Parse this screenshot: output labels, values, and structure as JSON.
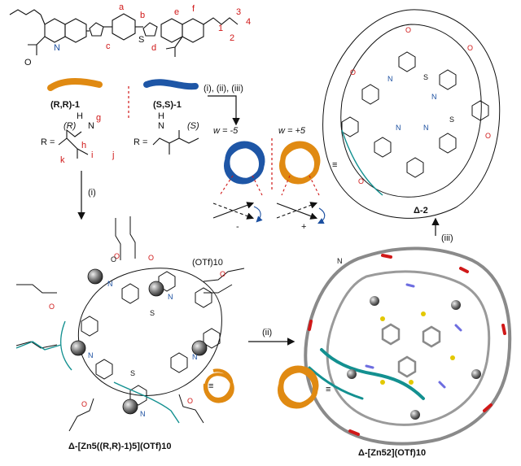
{
  "monomer": {
    "site_labels": [
      "a",
      "b",
      "c",
      "d",
      "e",
      "f",
      "1",
      "2",
      "3",
      "4"
    ],
    "substituent_labels": [
      "g",
      "h",
      "i",
      "j",
      "k"
    ],
    "name_RR": "(R,R)-1",
    "name_SS": "(S,S)-1",
    "r_equals": "R =",
    "stereo_R": "(R)",
    "stereo_S": "(S)",
    "atom_N": "N",
    "atom_H": "H",
    "atom_O": "O",
    "atom_S": "S"
  },
  "reagents": {
    "top_arrow": "(i), (ii), (iii)",
    "left_arrow": "(i)",
    "middle_arrow": "(ii)",
    "right_arrow": "(iii)"
  },
  "writhe": {
    "w_minus": "w = -5",
    "w_plus": "w = +5",
    "sign_minus": "-",
    "sign_plus": "+",
    "equiv": "≡"
  },
  "products": {
    "product_a": "Δ-2",
    "complex_left": "Δ-[Zn5((R,R)-1)5](OTf)10",
    "complex_right": "Δ-[Zn52](OTf)10",
    "counterion": "(OTf)10"
  },
  "colors": {
    "orange_strand": "#e08a12",
    "blue_strand": "#1e56a6",
    "red_bond": "#d01818",
    "teal_strand": "#139090",
    "zinc_sphere": "#666666"
  }
}
